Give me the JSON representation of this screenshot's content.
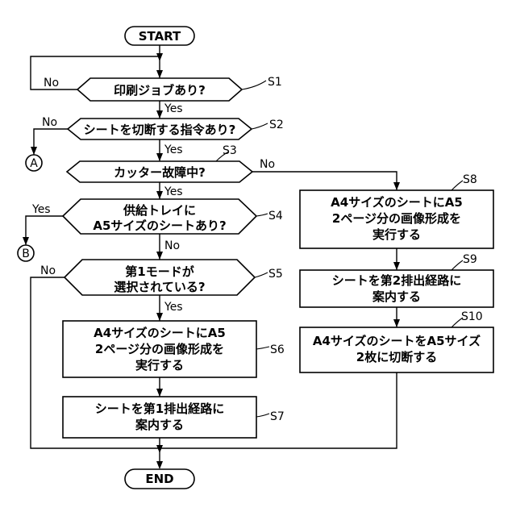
{
  "terminals": {
    "start": "START",
    "end": "END"
  },
  "decisions": {
    "s1": {
      "step": "S1",
      "lines": [
        "印刷ジョブあり?"
      ]
    },
    "s2": {
      "step": "S2",
      "lines": [
        "シートを切断する指令あり?"
      ]
    },
    "s3": {
      "step": "S3",
      "lines": [
        "カッター故障中?"
      ]
    },
    "s4": {
      "step": "S4",
      "lines": [
        "供給トレイに",
        "A5サイズのシートあり?"
      ]
    },
    "s5": {
      "step": "S5",
      "lines": [
        "第1モードが",
        "選択されている?"
      ]
    }
  },
  "processes": {
    "s6": {
      "step": "S6",
      "lines": [
        "A4サイズのシートにA5",
        "2ページ分の画像形成を",
        "実行する"
      ]
    },
    "s7": {
      "step": "S7",
      "lines": [
        "シートを第1排出経路に",
        "案内する"
      ]
    },
    "s8": {
      "step": "S8",
      "lines": [
        "A4サイズのシートにA5",
        "2ページ分の画像形成を",
        "実行する"
      ]
    },
    "s9": {
      "step": "S9",
      "lines": [
        "シートを第2排出経路に",
        "案内する"
      ]
    },
    "s10": {
      "step": "S10",
      "lines": [
        "A4サイズのシートをA5サイズ",
        "2枚に切断する"
      ]
    }
  },
  "branch_labels": {
    "s1_yes": "Yes",
    "s1_no": "No",
    "s2_yes": "Yes",
    "s2_no": "No",
    "s3_yes": "Yes",
    "s3_no": "No",
    "s4_yes": "Yes",
    "s4_no": "No",
    "s5_yes": "Yes",
    "s5_no": "No"
  },
  "connectors": {
    "a": "A",
    "b": "B"
  }
}
